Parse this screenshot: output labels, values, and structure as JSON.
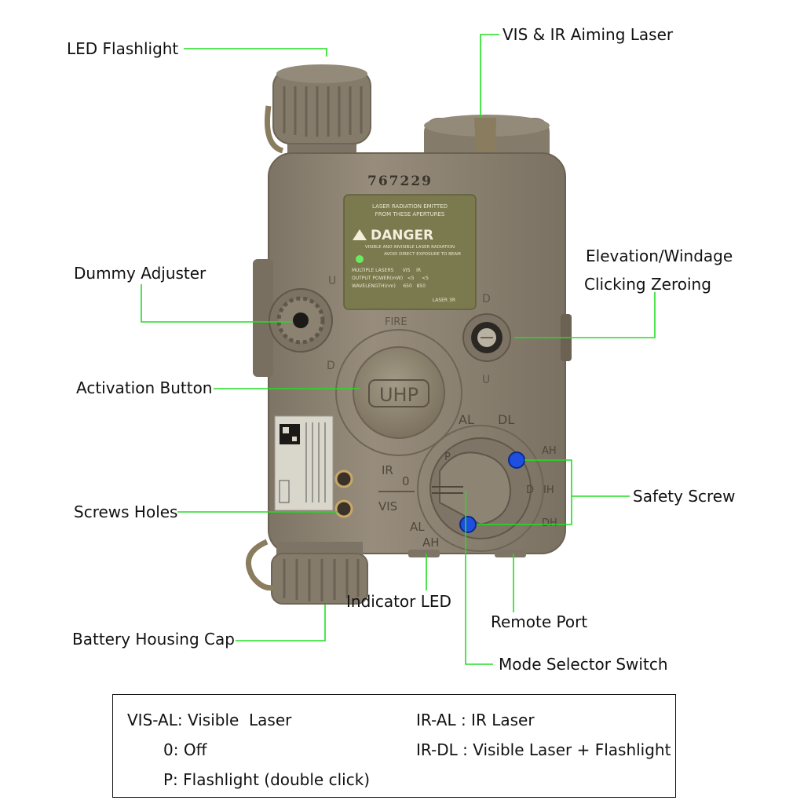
{
  "device": {
    "serial": "767229",
    "warning_line1": "LASER RADIATION EMITTED",
    "warning_line2": "FROM THESE APERTURES",
    "danger": "DANGER",
    "warning_line3": "VISIBLE AND INVISIBLE LASER RADIATION",
    "warning_line4": "AVOID DIRECT EXPOSURE TO BEAM",
    "spec_row1": "MULTIPLE LASERS      VIS    IR",
    "spec_row2": "OUTPUT POWER(mW)   <5     <5",
    "spec_row3": "WAVELENGTH(nm)     650   850",
    "laser_class": "LASER 3R",
    "fire": "FIRE",
    "button_text": "UHP",
    "knob_u": "U",
    "knob_d": "D",
    "sel_al": "AL",
    "sel_dl": "DL",
    "sel_ah": "AH",
    "sel_ih": "IH",
    "sel_dh": "DH",
    "sel_d": "D",
    "sel_p": "P",
    "sel_ir": "IR",
    "sel_0": "0",
    "sel_vis": "VIS",
    "sel_al_lower": "AL",
    "sel_ah_lower": "AH"
  },
  "callouts": {
    "led_flashlight": "LED Flashlight",
    "vis_ir_laser": "VIS & IR Aiming Laser",
    "elevation_line1": "Elevation/Windage",
    "elevation_line2": "Clicking Zeroing",
    "dummy_adjuster": "Dummy Adjuster",
    "activation_button": "Activation Button",
    "safety_screw": "Safety Screw",
    "screws_holes": "Screws Holes",
    "indicator_led": "Indicator LED",
    "remote_port": "Remote Port",
    "battery_cap": "Battery Housing Cap",
    "mode_selector": "Mode Selector Switch"
  },
  "legend": {
    "vis_al_key": "VIS-AL:",
    "vis_al_value": "Visible  Laser",
    "off_key": "0:",
    "off_value": "Off",
    "p_key": "P:",
    "p_value": "Flashlight (double click)",
    "ir_al_key": "IR-AL :",
    "ir_al_value": "IR Laser",
    "ir_dl_key": "IR-DL :",
    "ir_dl_value": "Visible Laser + Flashlight"
  },
  "colors": {
    "leader": "#22dd22",
    "body": "#8c8272",
    "body_dark": "#6e6556",
    "plate": "#7a7a4e",
    "screw": "#1f4fe0"
  }
}
